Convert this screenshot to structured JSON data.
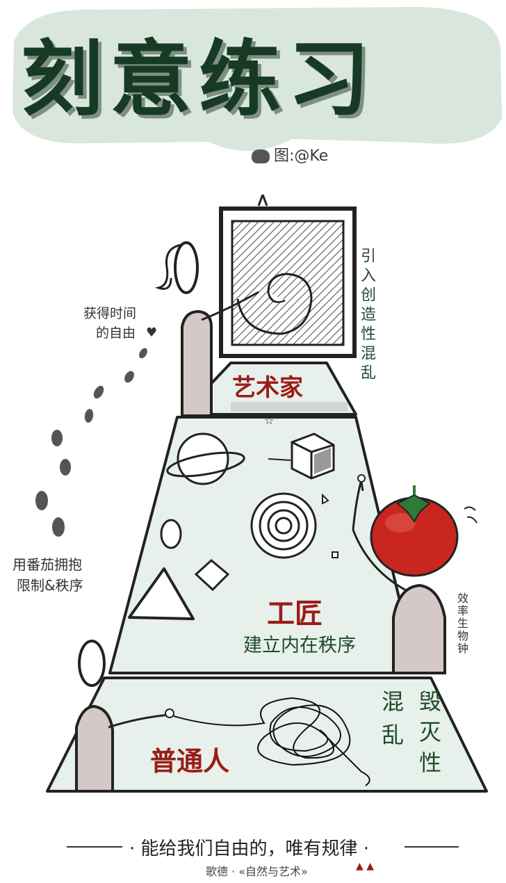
{
  "title": "刻意练习",
  "credit": "图:@Ke",
  "top_symbol": "∧",
  "artist": {
    "label": "艺术家",
    "side_text": "引入创造性混乱",
    "note_line1": "获得时间",
    "note_line2": "的自由"
  },
  "craftsman": {
    "label": "工匠",
    "subtitle": "建立内在秩序",
    "side_text": "效率生物钟"
  },
  "ordinary": {
    "label": "普通人",
    "side_col1": "混乱",
    "side_col2": "毁灭性"
  },
  "left_note": {
    "line1": "用番茄拥抱",
    "line2": "限制&秩序"
  },
  "footer": {
    "quote": "· 能给我们自由的，唯有规律 ·",
    "source": "歌德 · «自然与艺术»"
  },
  "colors": {
    "title_green": "#173a25",
    "blob_green": "#d9e6dc",
    "accent_red": "#9b1c17",
    "tomato": "#c8261f",
    "figure_fill": "#d4c9c7"
  }
}
